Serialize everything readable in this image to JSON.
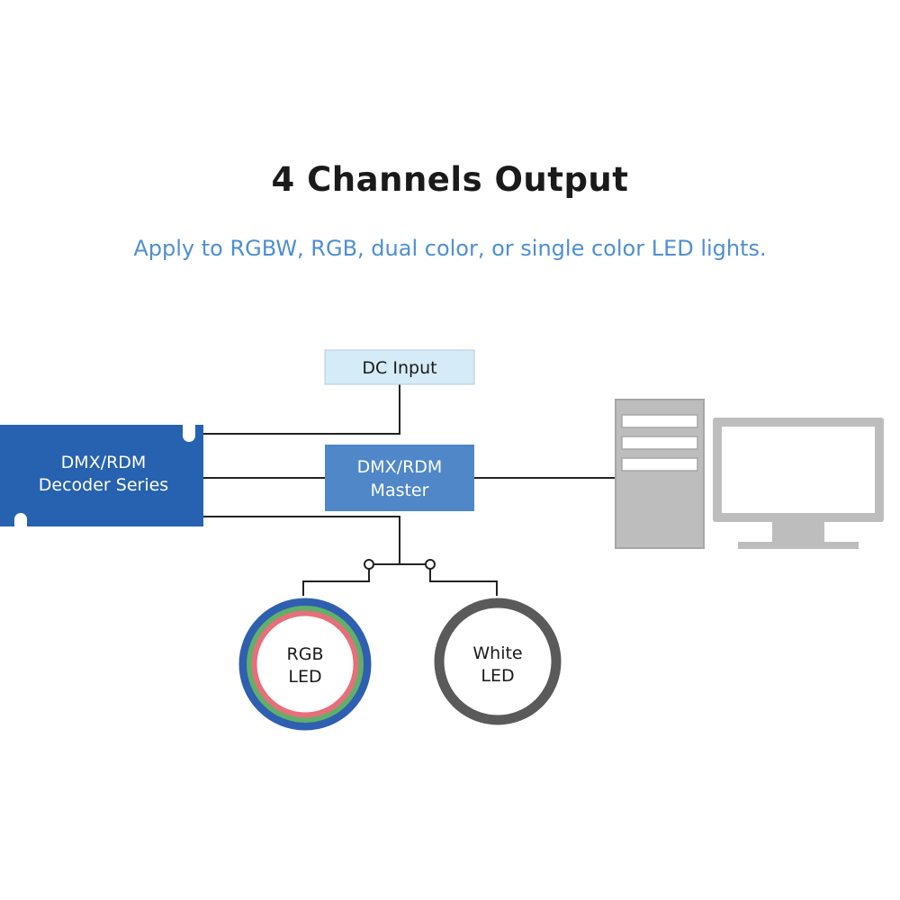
{
  "header": {
    "title": "4 Channels Output",
    "subtitle": "Apply to RGBW, RGB, dual color, or single color LED lights."
  },
  "nodes": {
    "dc_input": "DC Input",
    "decoder": {
      "line1": "DMX/RDM",
      "line2": "Decoder Series"
    },
    "master": {
      "line1": "DMX/RDM",
      "line2": "Master"
    },
    "rgb_led": {
      "line1": "RGB",
      "line2": "LED"
    },
    "white_led": {
      "line1": "White",
      "line2": "LED"
    }
  },
  "colors": {
    "title": "#1a1a1a",
    "subtitle": "#4e8fd0",
    "decoder_fill": "#2662b0",
    "master_fill": "#4f87c9",
    "dc_input_fill": "#d6ebf8",
    "wire": "#222222",
    "computer_gray": "#bdbdbd",
    "rgb_ring_outer": "#2f5fb0",
    "rgb_ring_mid": "#5fb06a",
    "rgb_ring_inner": "#e5707a",
    "white_ring": "#5a5a5a"
  },
  "icons": [
    "computer-tower-icon",
    "monitor-icon"
  ]
}
